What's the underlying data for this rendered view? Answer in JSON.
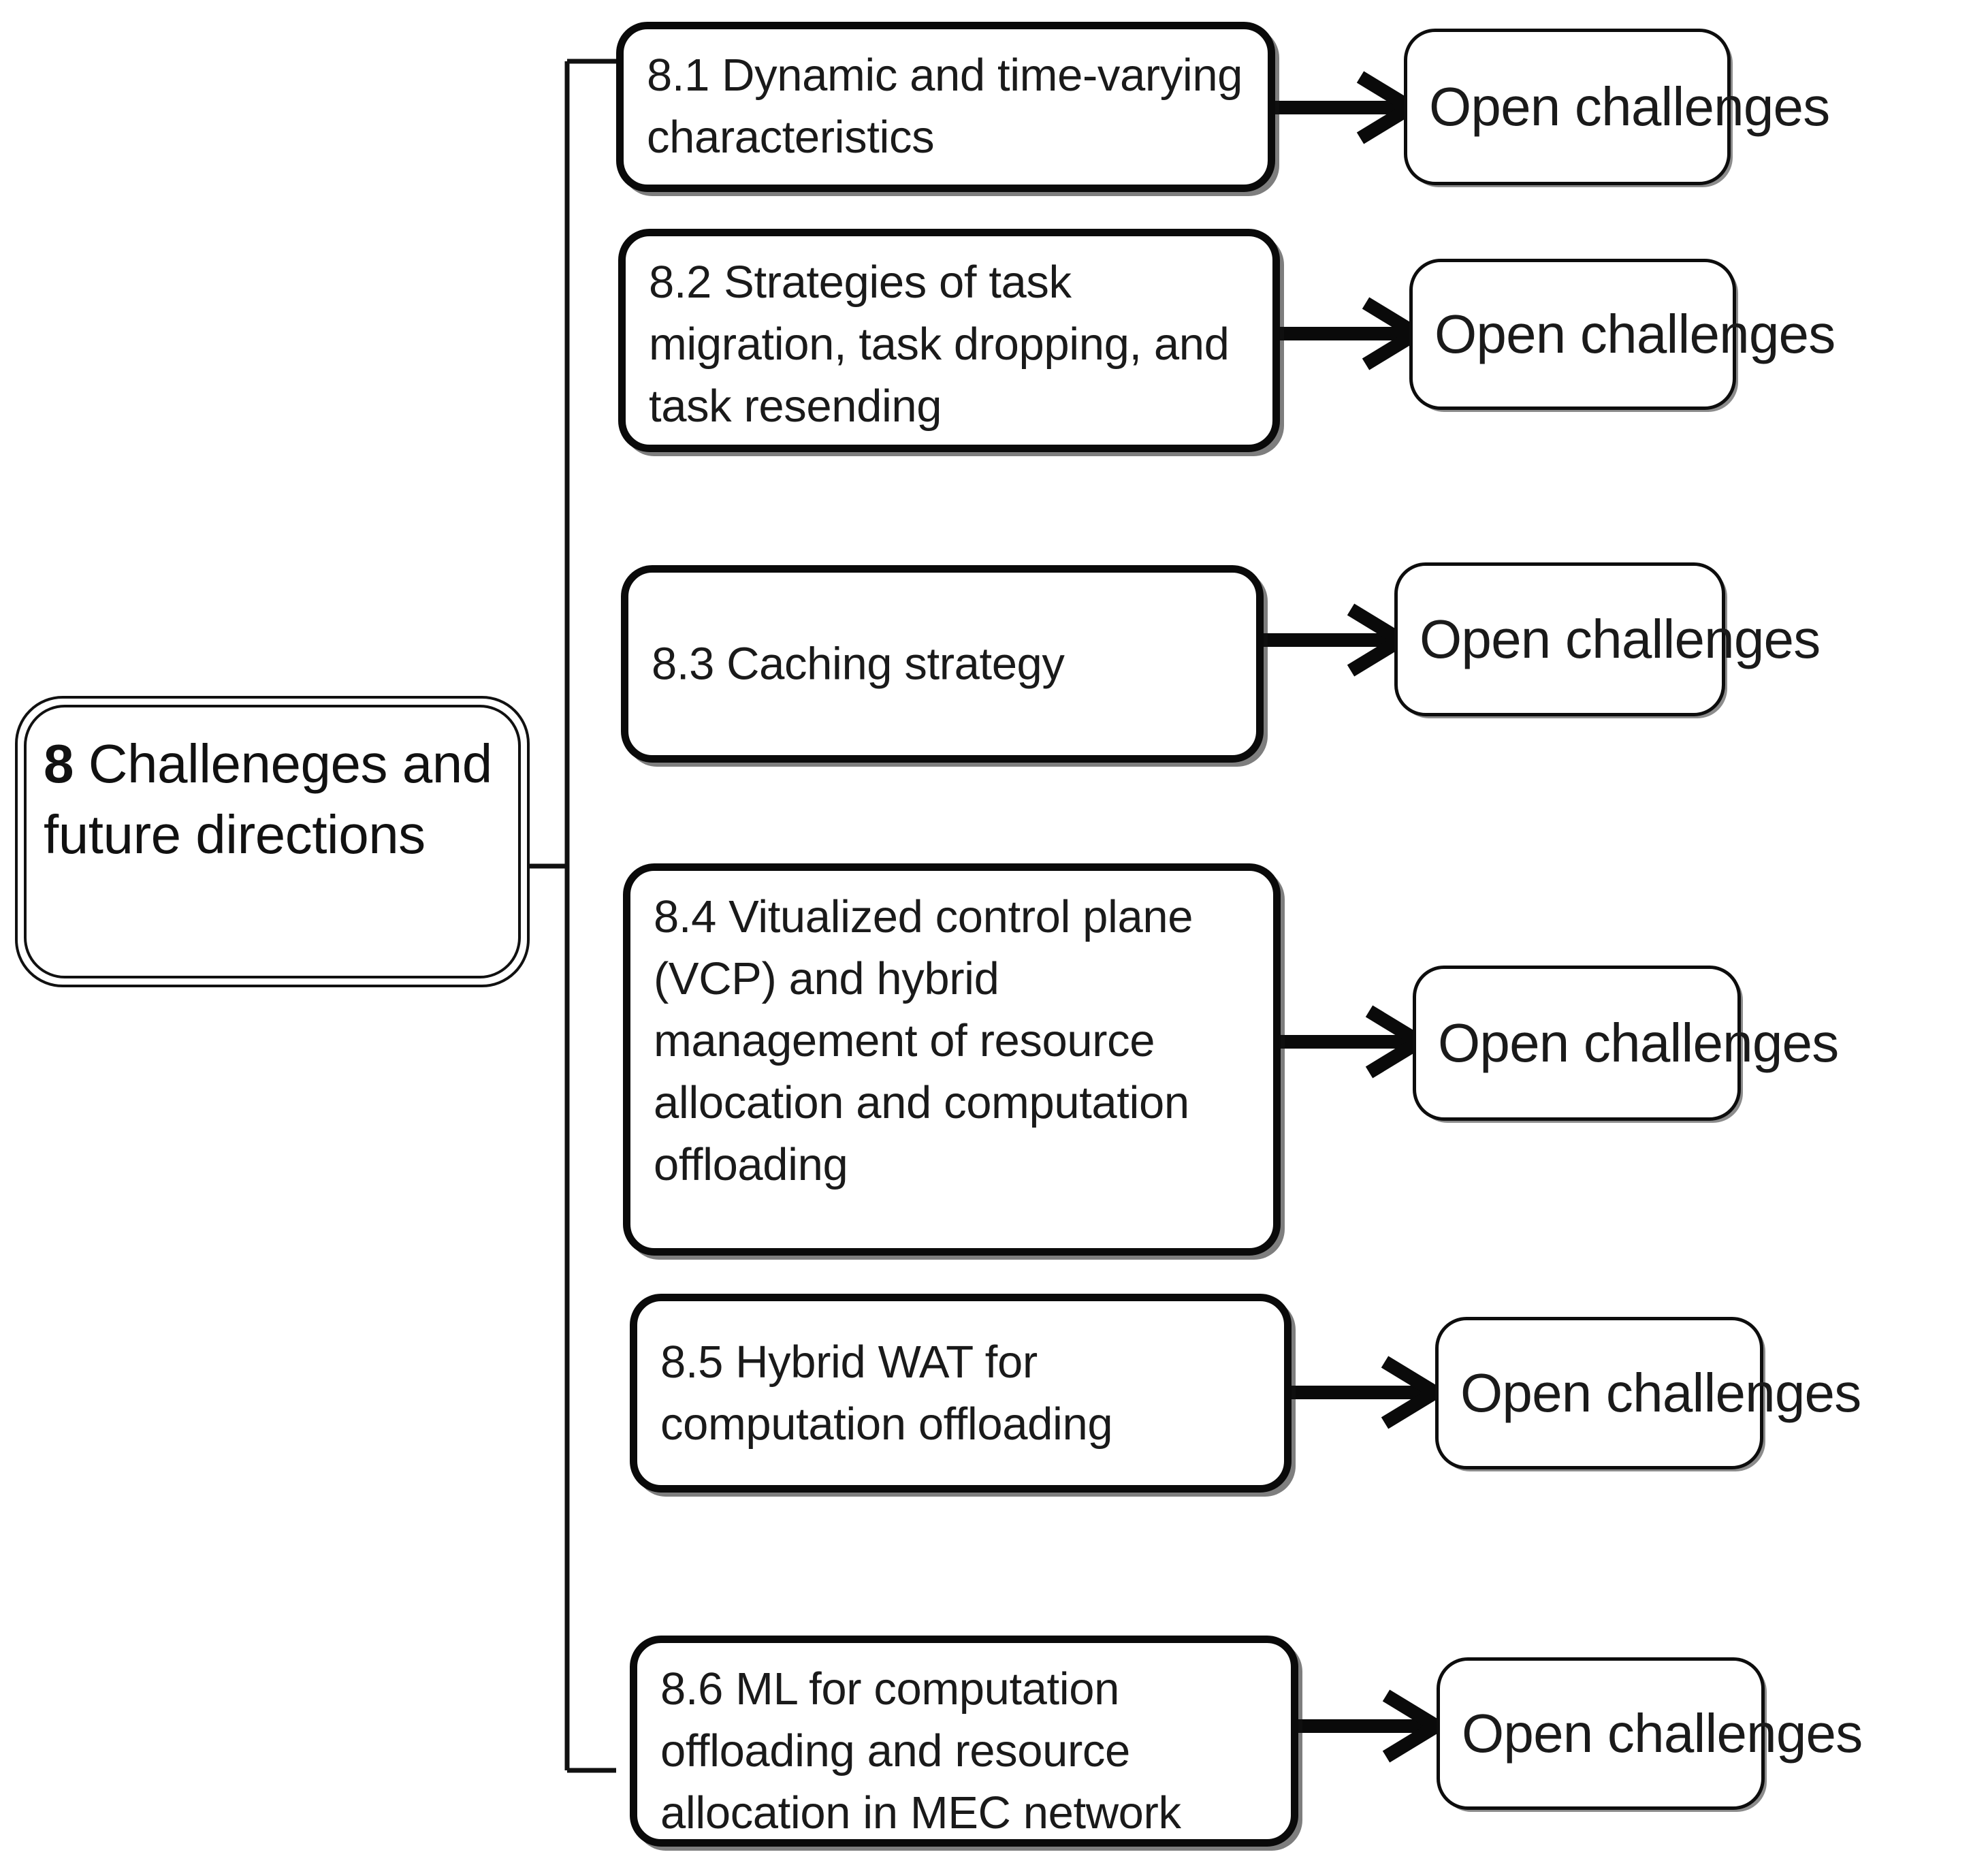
{
  "diagram": {
    "title": "8 Challeneges and future directions",
    "root": {
      "number": "8",
      "label": " Challeneges and future directions"
    },
    "topics": [
      {
        "id": "8.1",
        "label": "8.1 Dynamic and time-varying characteristics"
      },
      {
        "id": "8.2",
        "label": "8.2 Strategies of task migration, task dropping, and task resending"
      },
      {
        "id": "8.3",
        "label": "8.3 Caching strategy"
      },
      {
        "id": "8.4",
        "label": "8.4 Vitualized control plane (VCP) and hybrid management of resource allocation and computation offloading"
      },
      {
        "id": "8.5",
        "label": "8.5 Hybrid WAT for computation offloading"
      },
      {
        "id": "8.6",
        "label": "8.6 ML for computation offloading and resource allocation in MEC network"
      }
    ],
    "outcomes": [
      {
        "label": "Open challenges"
      },
      {
        "label": "Open challenges"
      },
      {
        "label": "Open challenges"
      },
      {
        "label": "Open challenges"
      },
      {
        "label": "Open challenges"
      },
      {
        "label": "Open challenges"
      }
    ],
    "colors": {
      "stroke": "#0a0a0a",
      "text": "#1a1a1a",
      "background": "#ffffff"
    }
  }
}
